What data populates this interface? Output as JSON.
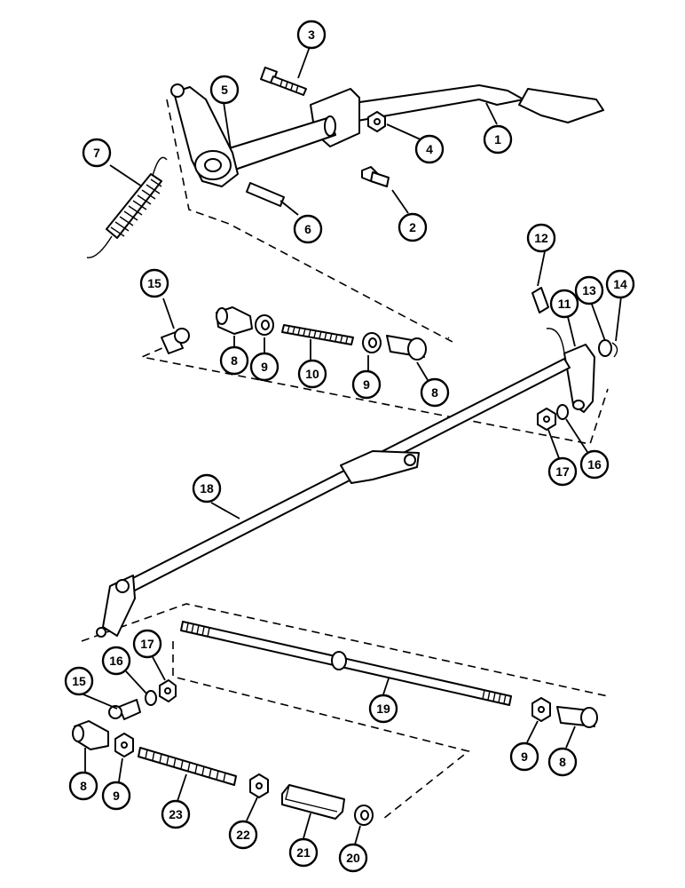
{
  "callouts": [
    {
      "id": "c1",
      "label": "1"
    },
    {
      "id": "c2",
      "label": "2"
    },
    {
      "id": "c3",
      "label": "3"
    },
    {
      "id": "c4",
      "label": "4"
    },
    {
      "id": "c5",
      "label": "5"
    },
    {
      "id": "c6",
      "label": "6"
    },
    {
      "id": "c7",
      "label": "7"
    },
    {
      "id": "c8a",
      "label": "8"
    },
    {
      "id": "c8b",
      "label": "8"
    },
    {
      "id": "c8c",
      "label": "8"
    },
    {
      "id": "c8d",
      "label": "8"
    },
    {
      "id": "c9a",
      "label": "9"
    },
    {
      "id": "c9b",
      "label": "9"
    },
    {
      "id": "c9c",
      "label": "9"
    },
    {
      "id": "c9d",
      "label": "9"
    },
    {
      "id": "c10",
      "label": "10"
    },
    {
      "id": "c11",
      "label": "11"
    },
    {
      "id": "c12",
      "label": "12"
    },
    {
      "id": "c13",
      "label": "13"
    },
    {
      "id": "c14",
      "label": "14"
    },
    {
      "id": "c15a",
      "label": "15"
    },
    {
      "id": "c15b",
      "label": "15"
    },
    {
      "id": "c16a",
      "label": "16"
    },
    {
      "id": "c16b",
      "label": "16"
    },
    {
      "id": "c17a",
      "label": "17"
    },
    {
      "id": "c17b",
      "label": "17"
    },
    {
      "id": "c18",
      "label": "18"
    },
    {
      "id": "c19",
      "label": "19"
    },
    {
      "id": "c20",
      "label": "20"
    },
    {
      "id": "c21",
      "label": "21"
    },
    {
      "id": "c22",
      "label": "22"
    },
    {
      "id": "c23",
      "label": "23"
    }
  ]
}
